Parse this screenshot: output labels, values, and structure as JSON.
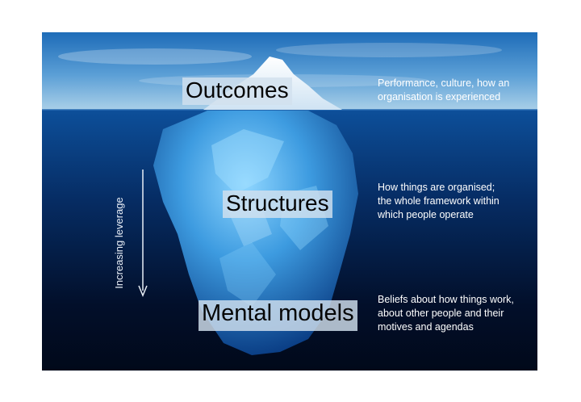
{
  "diagram": {
    "layers": [
      {
        "name": "Outcomes",
        "description_lines": [
          "Performance, culture, how an",
          "organisation is experienced"
        ]
      },
      {
        "name": "Structures",
        "description_lines": [
          "How things are organised;",
          "the whole framework within",
          "which people operate"
        ]
      },
      {
        "name": "Mental models",
        "description_lines": [
          "Beliefs about how things work,",
          "about other people and their",
          "motives and agendas"
        ]
      }
    ],
    "leverage_label": "Increasing leverage",
    "colors": {
      "sky_top": "#1e6cb8",
      "sky_horizon": "#a9cfe8",
      "water_surface": "#0d4f9a",
      "deep_water": "#01091a",
      "ice": "#5fb8ef",
      "label_background": "#d2e1ee"
    }
  }
}
